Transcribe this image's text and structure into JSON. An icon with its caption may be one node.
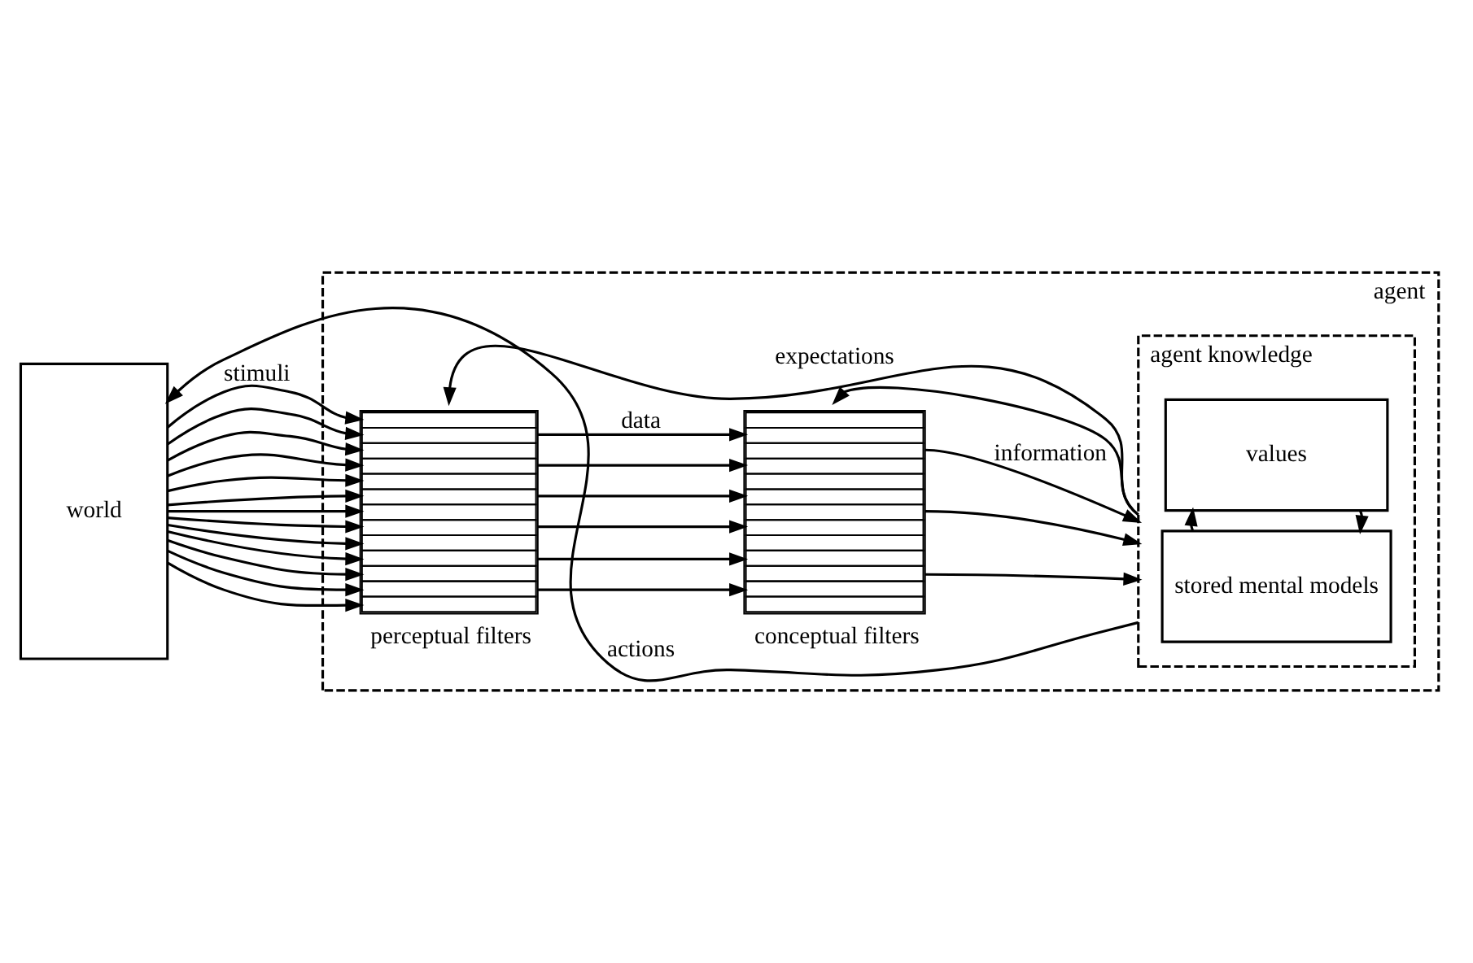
{
  "diagram": {
    "nodes": [
      {
        "text": [
          "agent"
        ]
      },
      {
        "text": [
          "world"
        ]
      },
      {
        "text": [
          "perceptual filters"
        ],
        "in": 0
      },
      {
        "text": [
          "conceptual filters"
        ],
        "in": 0
      },
      {
        "text": [
          "agent knowledge"
        ],
        "in": 0
      },
      {
        "text": [
          "stored mental models"
        ],
        "in": 4
      },
      {
        "text": [
          "values"
        ],
        "in": 4
      }
    ],
    "edges": [
      {
        "from": 1,
        "to": 2,
        "arrow": "to",
        "label": "stimuli"
      },
      {
        "from": 1,
        "to": 2,
        "arrow": "to"
      },
      {
        "from": 1,
        "to": 2,
        "arrow": "to"
      },
      {
        "from": 1,
        "to": 2,
        "arrow": "to"
      },
      {
        "from": 1,
        "to": 2,
        "arrow": "to"
      },
      {
        "from": 1,
        "to": 2,
        "arrow": "to"
      },
      {
        "from": 1,
        "to": 2,
        "arrow": "to"
      },
      {
        "from": 1,
        "to": 2,
        "arrow": "to"
      },
      {
        "from": 1,
        "to": 2,
        "arrow": "to"
      },
      {
        "from": 1,
        "to": 2,
        "arrow": "to"
      },
      {
        "from": 1,
        "to": 2,
        "arrow": "to"
      },
      {
        "from": 1,
        "to": 2,
        "arrow": "to"
      },
      {
        "from": 1,
        "to": 2,
        "arrow": "to"
      },
      {
        "from": 2,
        "to": 3,
        "arrow": "to",
        "label": "data"
      },
      {
        "from": 2,
        "to": 3,
        "arrow": "to"
      },
      {
        "from": 2,
        "to": 3,
        "arrow": "to"
      },
      {
        "from": 2,
        "to": 3,
        "arrow": "to"
      },
      {
        "from": 2,
        "to": 3,
        "arrow": "to"
      },
      {
        "from": 2,
        "to": 3,
        "arrow": "to"
      },
      {
        "from": 3,
        "to": 4,
        "arrow": "to",
        "label": "information"
      },
      {
        "from": 3,
        "to": 4,
        "arrow": "to"
      },
      {
        "from": 3,
        "to": 4,
        "arrow": "to"
      },
      {
        "from": 4,
        "to": 2,
        "arrow": "to",
        "label": "expectations"
      },
      {
        "from": 4,
        "to": 3,
        "arrow": "to"
      },
      {
        "from": 6,
        "to": 5,
        "arrow": "to"
      },
      {
        "from": 5,
        "to": 6,
        "arrow": "to"
      },
      {
        "from": 4,
        "to": 1,
        "arrow": "to",
        "label": "actions"
      }
    ]
  }
}
